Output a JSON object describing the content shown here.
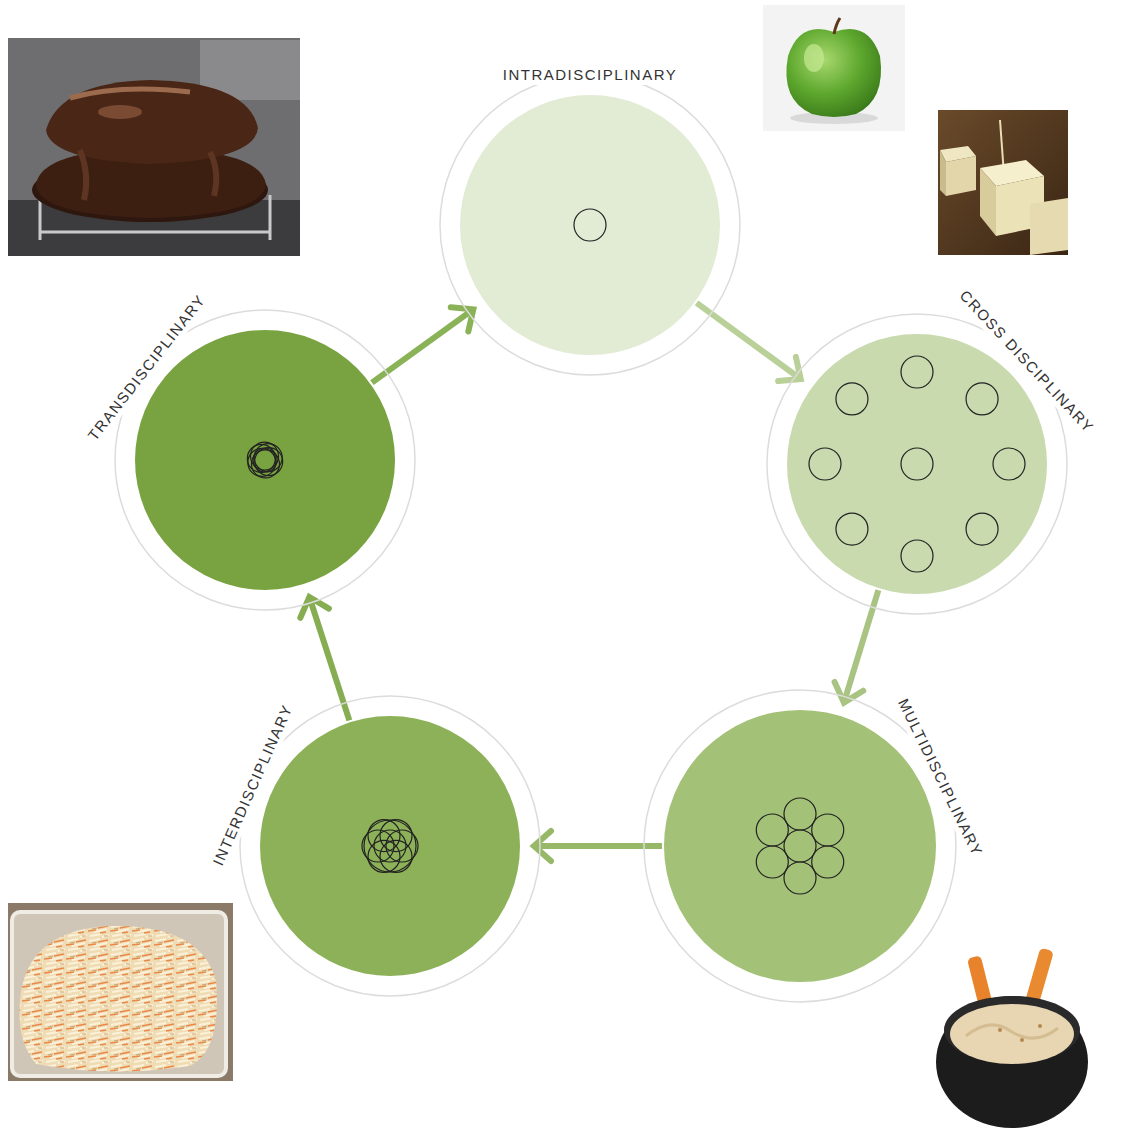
{
  "diagram": {
    "nodes": [
      {
        "text": [
          "INTRADISCIPLINARY"
        ]
      },
      {
        "text": [
          "CROSS DISCIPLINARY"
        ]
      },
      {
        "text": [
          "MULTIDISCIPLINARY"
        ]
      },
      {
        "text": [
          "INTERDISCIPLINARY"
        ]
      },
      {
        "text": [
          "TRANSDISCIPLINARY"
        ]
      }
    ],
    "edges": [
      {
        "from": 0,
        "to": 1,
        "arrow": "to"
      },
      {
        "from": 1,
        "to": 2,
        "arrow": "to"
      },
      {
        "from": 2,
        "to": 3,
        "arrow": "to"
      },
      {
        "from": 3,
        "to": 4,
        "arrow": "to"
      },
      {
        "from": 4,
        "to": 0,
        "arrow": "to"
      }
    ]
  }
}
